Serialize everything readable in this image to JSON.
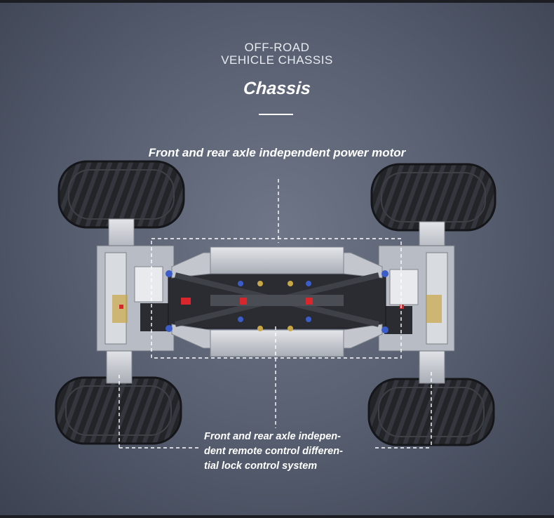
{
  "header": {
    "pre_title_line1": "OFF-ROAD",
    "pre_title_line2": "VEHICLE CHASSIS",
    "title": "Chassis"
  },
  "callouts": {
    "top": "Front and rear axle independent power motor",
    "bottom_lines": [
      "Front and rear axle indepen-",
      "dent remote control differen-",
      "tial lock control system"
    ]
  },
  "colors": {
    "background": "#596173",
    "tire": "#1f2125",
    "frame_grey": "#c9ccd2",
    "dark_parts": "#2a2c31",
    "accent_red": "#d8262c",
    "accent_blue": "#3b5cc9",
    "accent_gold": "#c9a646"
  }
}
